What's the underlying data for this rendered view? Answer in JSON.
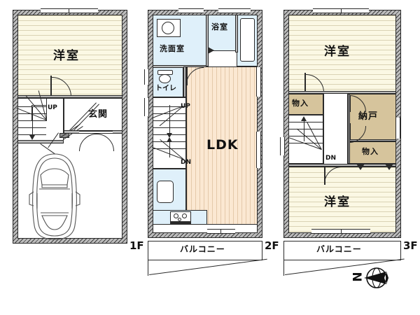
{
  "document": {
    "type": "floor-plan",
    "title": "3-story house floor plan",
    "language": "ja"
  },
  "palette": {
    "wall": "#b8b8b8",
    "outline": "#2a2a2a",
    "bedroom_fill": "#fbf8e4",
    "ldk_fill": "#fbe8d2",
    "water_fill": "#dff0fa",
    "storage_fill": "#d6c49c",
    "background": "#ffffff"
  },
  "floors": [
    {
      "id": "1f",
      "badge": "1F",
      "rooms": [
        {
          "name": "bedroom",
          "label": "洋室",
          "fill": "bedroom_fill"
        },
        {
          "name": "entrance",
          "label": "玄関",
          "fill": "white"
        }
      ],
      "stairs": [
        {
          "name": "stair-up",
          "label": "UP"
        }
      ],
      "features": [
        {
          "name": "garage-car",
          "label": ""
        },
        {
          "name": "shoe-cabinet",
          "label": ""
        }
      ],
      "balcony": null
    },
    {
      "id": "2f",
      "badge": "2F",
      "rooms": [
        {
          "name": "washroom",
          "label": "洗面室",
          "fill": "water_fill"
        },
        {
          "name": "bathroom",
          "label": "浴室",
          "fill": "water_fill"
        },
        {
          "name": "toilet",
          "label": "トイレ",
          "fill": "water_fill"
        },
        {
          "name": "ldk",
          "label": "LDK",
          "fill": "ldk_fill"
        }
      ],
      "stairs": [
        {
          "name": "stair-up",
          "label": "UP"
        },
        {
          "name": "stair-down",
          "label": "DN"
        }
      ],
      "features": [
        {
          "name": "kitchen-stove",
          "label": ""
        },
        {
          "name": "kitchen-sink",
          "label": ""
        }
      ],
      "balcony": {
        "name": "balcony-2f",
        "label": "バルコニー"
      }
    },
    {
      "id": "3f",
      "badge": "3F",
      "rooms": [
        {
          "name": "bedroom-north",
          "label": "洋室",
          "fill": "bedroom_fill"
        },
        {
          "name": "bedroom-south",
          "label": "洋室",
          "fill": "bedroom_fill"
        },
        {
          "name": "storage-room",
          "label": "納戸",
          "fill": "storage_fill"
        },
        {
          "name": "closet-upper",
          "label": "物入",
          "fill": "storage_fill"
        },
        {
          "name": "closet-lower",
          "label": "物入",
          "fill": "storage_fill"
        }
      ],
      "stairs": [
        {
          "name": "stair-down",
          "label": "DN"
        }
      ],
      "features": [],
      "balcony": {
        "name": "balcony-3f",
        "label": "バルコニー"
      }
    }
  ],
  "labels": {
    "bedroom": "洋室",
    "entrance": "玄関",
    "ldk": "LDK",
    "washroom": "洗面室",
    "bathroom": "浴室",
    "toilet": "トイレ",
    "storage_room": "納戸",
    "closet": "物入",
    "balcony": "バルコニー",
    "up": "UP",
    "dn": "DN",
    "floor_1": "1F",
    "floor_2": "2F",
    "floor_3": "3F"
  },
  "compass": {
    "name": "north-arrow",
    "letter": "N",
    "orientation_note": "needle points left (west-ish)"
  }
}
